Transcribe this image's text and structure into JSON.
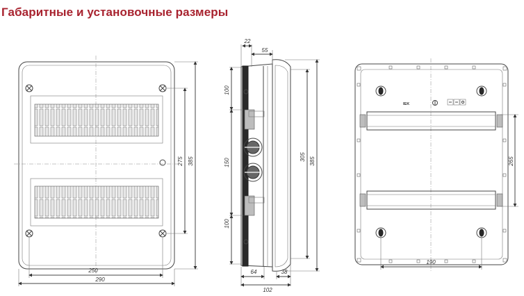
{
  "title": "Габаритные и установочные размеры",
  "front_view": {
    "dims": {
      "d275": "275",
      "d385": "385",
      "d250": "250",
      "d290": "290"
    }
  },
  "side_view": {
    "dims": {
      "d22": "22",
      "d55": "55",
      "d100a": "100",
      "d150": "150",
      "d100b": "100",
      "d305": "305",
      "d385": "385",
      "d64": "64",
      "d38": "38",
      "d102": "102"
    }
  },
  "back_view": {
    "brand": "IEK",
    "dims": {
      "d265": "265",
      "d190": "190"
    }
  }
}
